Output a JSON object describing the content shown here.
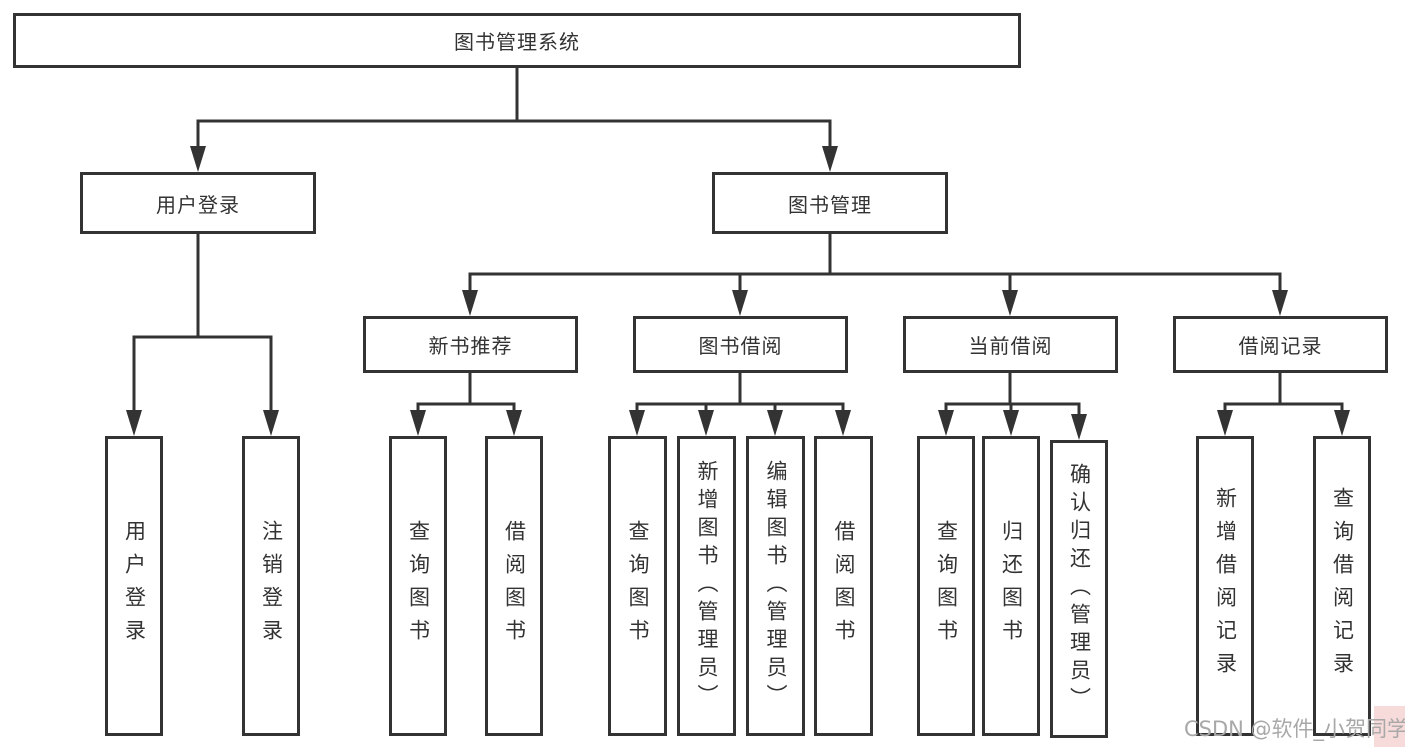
{
  "tree": {
    "label": "图书管理系统",
    "children": [
      {
        "label": "用户登录",
        "children": [
          {
            "label": "用户登录"
          },
          {
            "label": "注销登录"
          }
        ]
      },
      {
        "label": "图书管理",
        "children": [
          {
            "label": "新书推荐",
            "children": [
              {
                "label": "查询图书"
              },
              {
                "label": "借阅图书"
              }
            ]
          },
          {
            "label": "图书借阅",
            "children": [
              {
                "label": "查询图书"
              },
              {
                "label": "新增图书（管理员）"
              },
              {
                "label": "编辑图书（管理员）"
              },
              {
                "label": "借阅图书"
              }
            ]
          },
          {
            "label": "当前借阅",
            "children": [
              {
                "label": "查询图书"
              },
              {
                "label": "归还图书"
              },
              {
                "label": "确认归还（管理员）"
              }
            ]
          },
          {
            "label": "借阅记录",
            "children": [
              {
                "label": "新增借阅记录"
              },
              {
                "label": "查询借阅记录"
              }
            ]
          }
        ]
      }
    ]
  },
  "watermark": {
    "text": "CSDN @软件_小贺同学"
  },
  "colors": {
    "line": "#333333",
    "box_background": "#ffffff",
    "watermark_text": "#a8a8a8",
    "watermark_background": "#f7dada"
  }
}
